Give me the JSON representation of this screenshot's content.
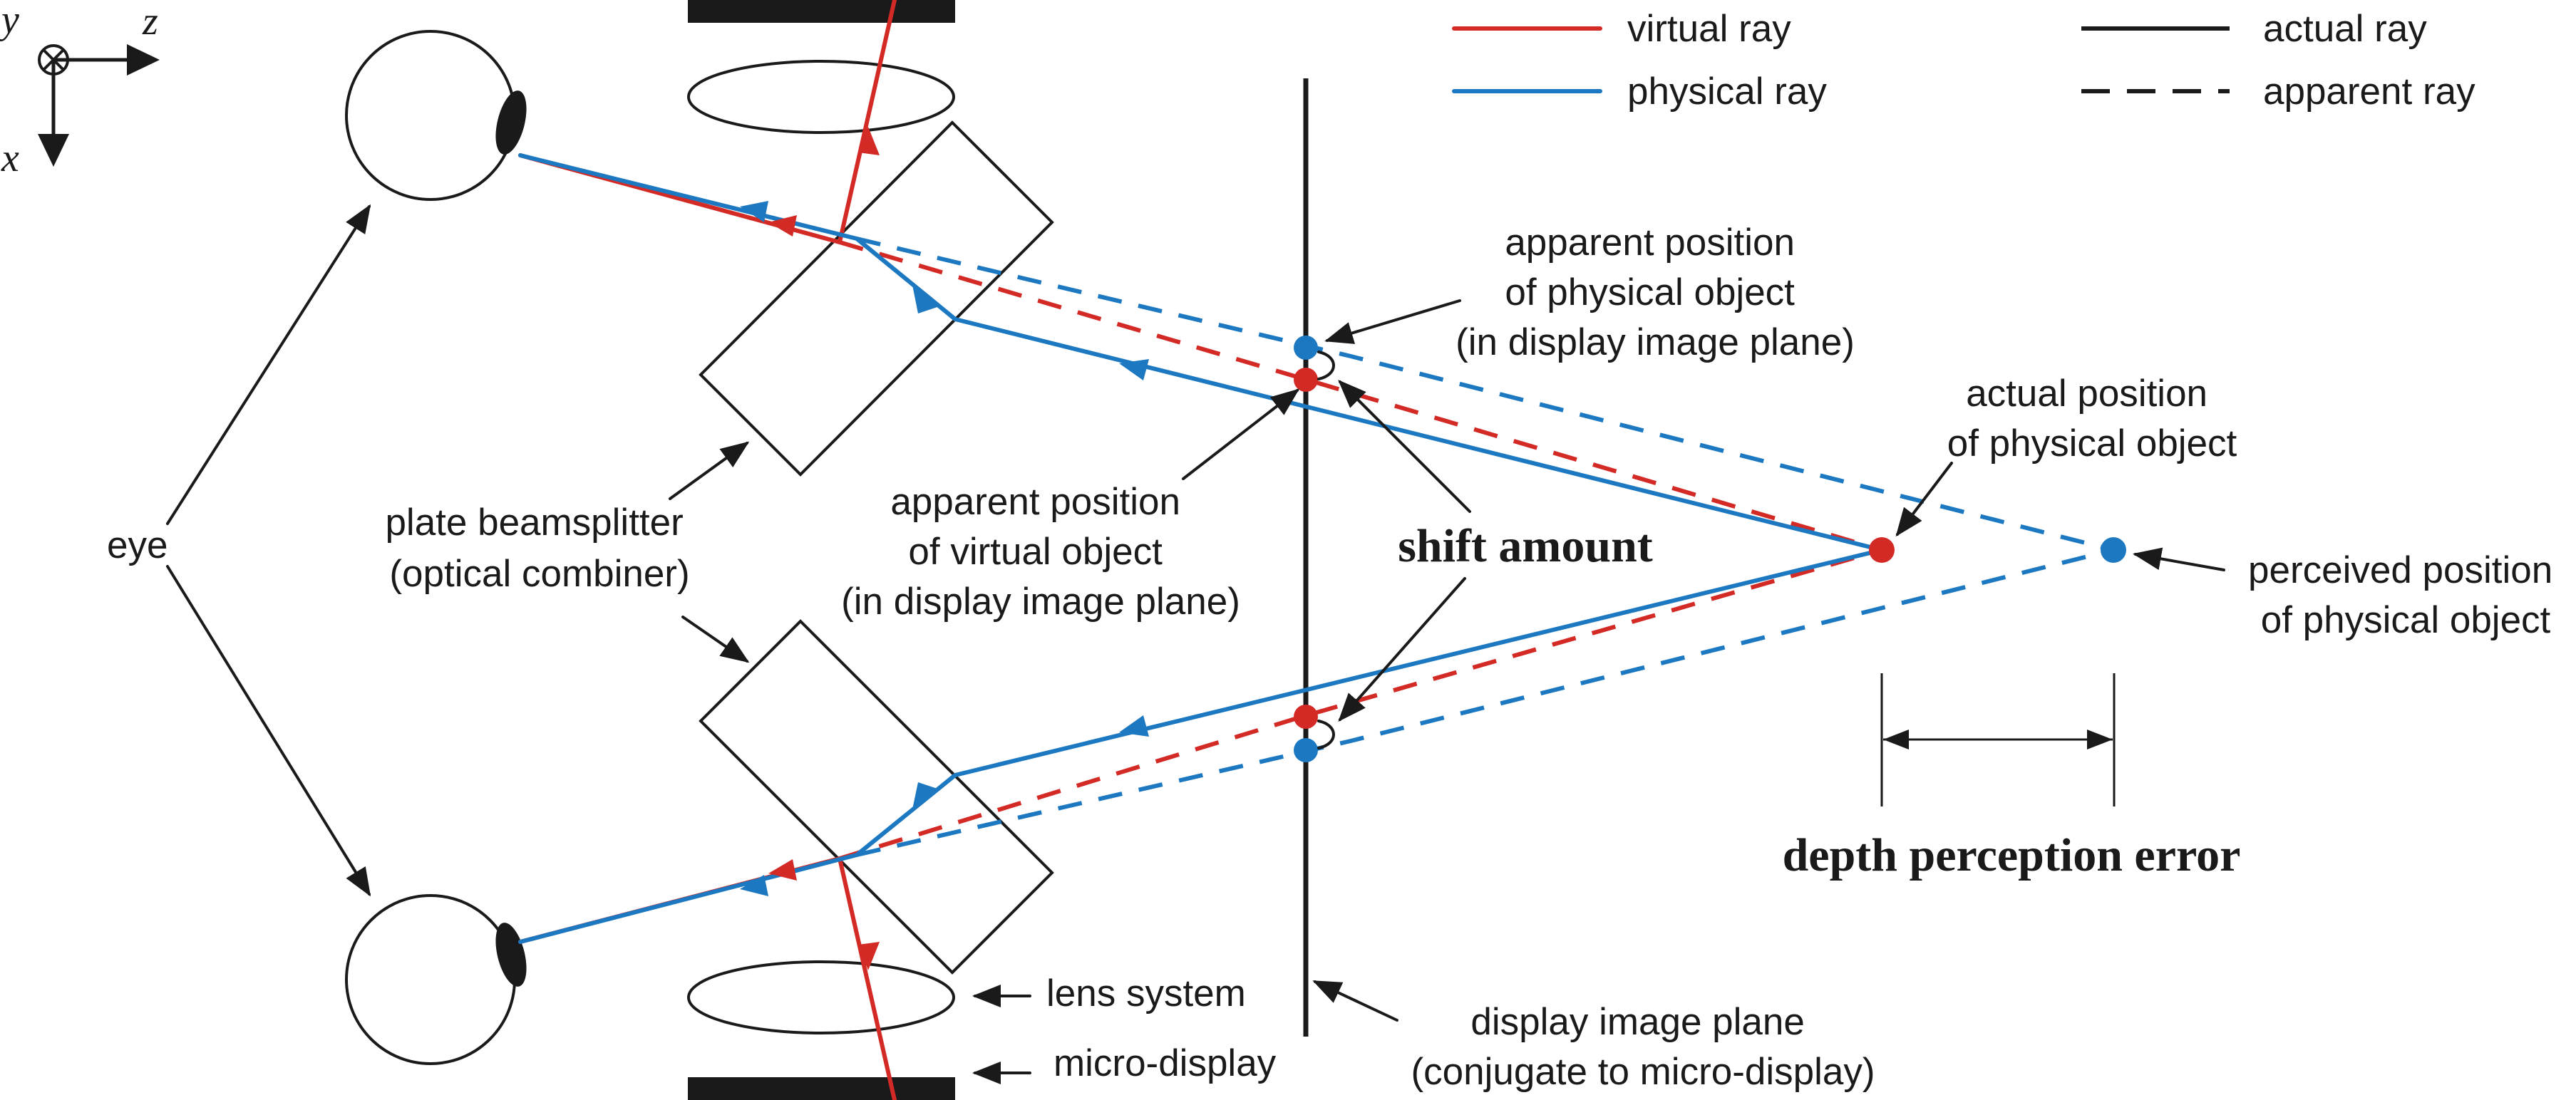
{
  "colors": {
    "virtual": "#d42a26",
    "physical": "#1c78c0",
    "ink": "#1a1a1a"
  },
  "axes": {
    "y": "y",
    "z": "z",
    "x": "x"
  },
  "legend": {
    "virtual_ray": "virtual ray",
    "physical_ray": "physical ray",
    "actual_ray": "actual ray",
    "apparent_ray": "apparent ray"
  },
  "labels": {
    "eye": "eye",
    "beamsplitter": [
      "plate beamsplitter",
      "(optical combiner)"
    ],
    "apparent_physical": [
      "apparent position",
      "of physical object",
      "(in display image plane)"
    ],
    "apparent_virtual": [
      "apparent position",
      "of virtual object",
      "(in display image plane)"
    ],
    "shift_amount": "shift amount",
    "actual_position": [
      "actual position",
      "of physical object"
    ],
    "perceived_position": [
      "perceived position",
      "of physical object"
    ],
    "depth_error": "depth perception error",
    "lens_system": "lens system",
    "micro_display": "micro-display",
    "display_plane": [
      "display image plane",
      "(conjugate to micro-display)"
    ]
  }
}
